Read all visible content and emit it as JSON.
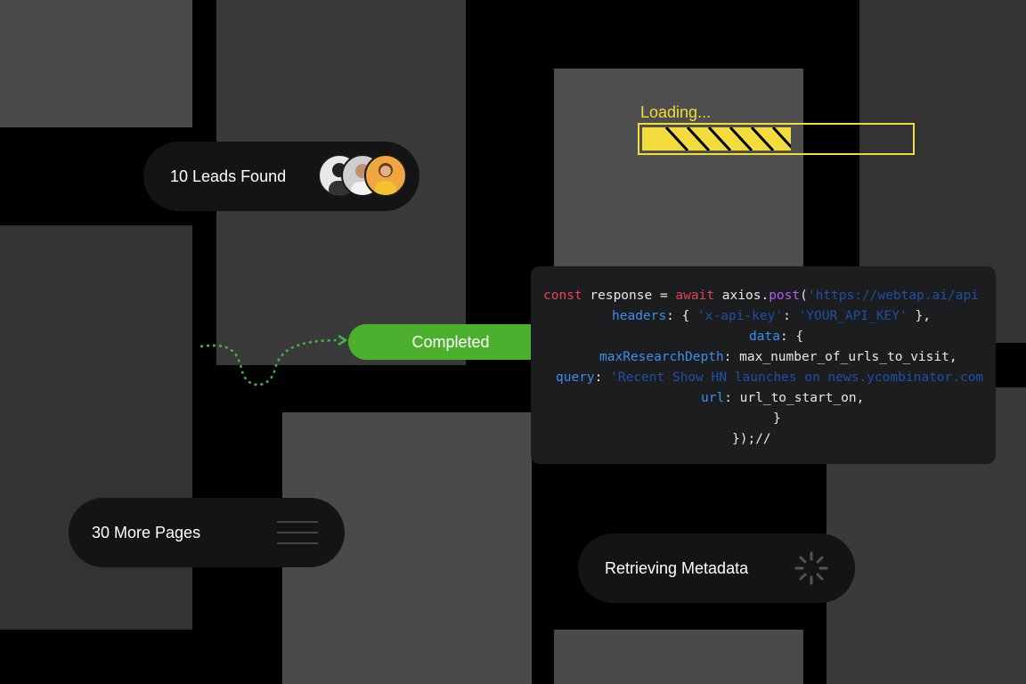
{
  "loading": {
    "label": "Loading...",
    "progress": 0.55,
    "color": "#f2dc3c"
  },
  "completed": {
    "label": "Completed",
    "color": "#4caf2e"
  },
  "leads": {
    "label": "10 Leads Found"
  },
  "pages": {
    "label": "30 More Pages"
  },
  "metadata": {
    "label": "Retrieving Metadata"
  },
  "code": {
    "l1_a": "const",
    "l1_b": " response = ",
    "l1_c": "await",
    "l1_d": " axios.",
    "l1_e": "post",
    "l1_f": "(",
    "l1_g": "'https://webtap.ai/api",
    "l2_a": "headers",
    "l2_b": ": { ",
    "l2_c": "'x-api-key'",
    "l2_d": ": ",
    "l2_e": "'YOUR_API_KEY'",
    "l2_f": " },",
    "l3_a": "data",
    "l3_b": ": {",
    "l4_a": "maxResearchDepth",
    "l4_b": ": max_number_of_urls_to_visit,",
    "l5_a": "query",
    "l5_b": ": ",
    "l5_c": "'Recent Show HN launches on news.ycombinator.com",
    "l6_a": "url",
    "l6_b": ": url_to_start_on,",
    "l7": "}",
    "l8": "});//"
  }
}
